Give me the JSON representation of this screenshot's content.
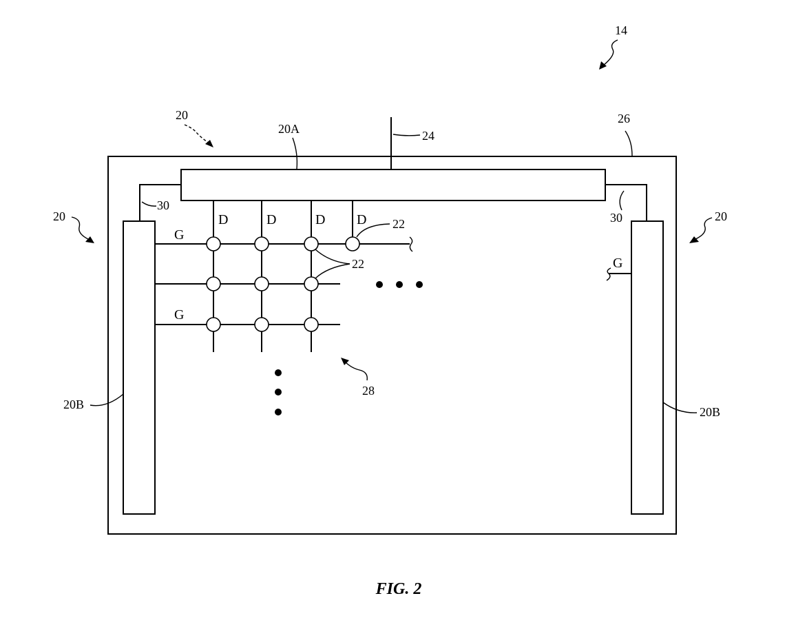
{
  "figure": {
    "caption": "FIG. 2",
    "labels": {
      "device": "14",
      "display_driver_top": "20",
      "display_driver_left": "20",
      "display_driver_right": "20",
      "driver_ic": "20A",
      "path": "24",
      "substrate": "26",
      "line_left": "30",
      "line_right": "30",
      "pixel_single": "22",
      "pixel_group": "22",
      "pixel_array": "28",
      "gate_driver_left": "20B",
      "gate_driver_right": "20B"
    },
    "data_line_letter": "D",
    "gate_line_letter": "G"
  }
}
